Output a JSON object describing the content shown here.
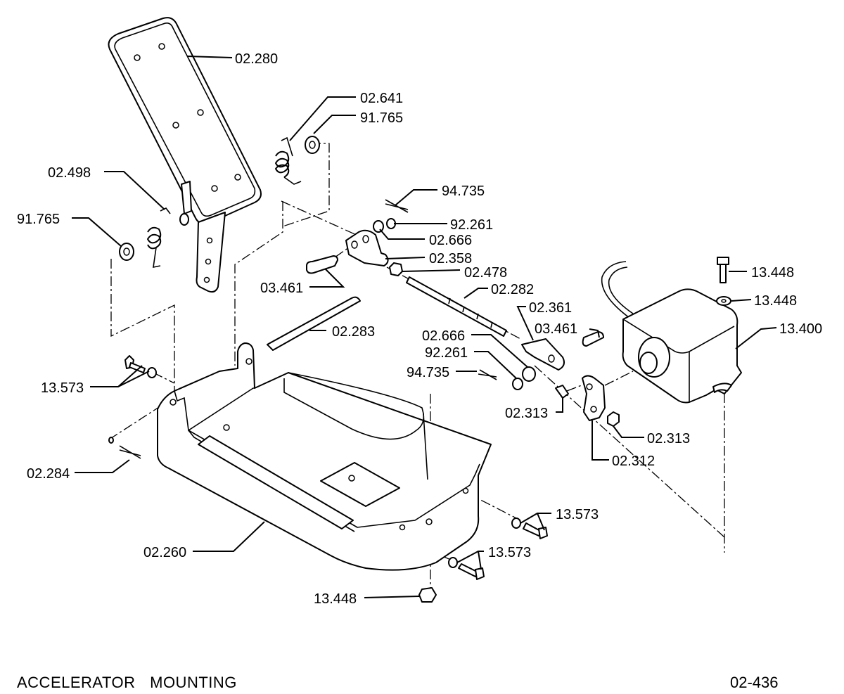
{
  "title": "ACCELERATOR   MOUNTING",
  "page_code": "02-436",
  "callouts": {
    "c1": "02.280",
    "c2": "02.641",
    "c3": "91.765",
    "c4": "02.498",
    "c5": "91.765",
    "c6": "94.735",
    "c7": "92.261",
    "c8": "02.666",
    "c9": "02.358",
    "c10": "02.478",
    "c11": "03.461",
    "c12": "02.282",
    "c13": "13.448",
    "c14": "13.448",
    "c15": "02.361",
    "c16": "03.461",
    "c17": "13.400",
    "c18": "02.283",
    "c19": "02.666",
    "c20": "92.261",
    "c21": "94.735",
    "c22": "13.573",
    "c23": "02.313",
    "c24": "02.313",
    "c25": "02.312",
    "c26": "02.284",
    "c27": "13.573",
    "c28": "02.260",
    "c29": "13.573",
    "c30": "13.448"
  }
}
